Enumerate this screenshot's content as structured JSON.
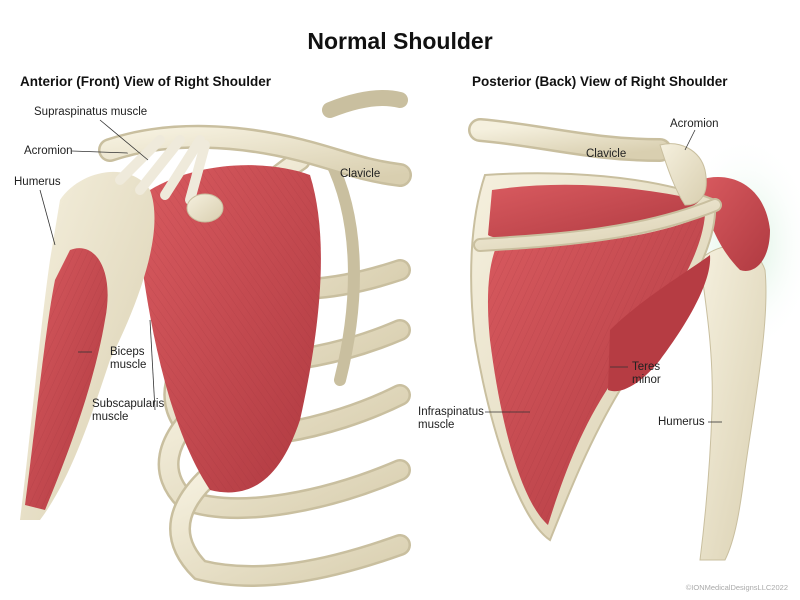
{
  "title": "Normal Shoulder",
  "anterior": {
    "heading": "Anterior (Front) View of Right Shoulder",
    "labels": {
      "supraspinatus": "Supraspinatus muscle",
      "acromion": "Acromion",
      "humerus": "Humerus",
      "clavicle": "Clavicle",
      "biceps": [
        "Biceps",
        "muscle"
      ],
      "subscapularis": [
        "Subscapularis",
        "muscle"
      ]
    }
  },
  "posterior": {
    "heading": "Posterior (Back) View of Right Shoulder",
    "labels": {
      "acromion": "Acromion",
      "clavicle": "Clavicle",
      "teres_minor": [
        "Teres",
        "minor"
      ],
      "infraspinatus": [
        "Infraspinatus",
        "muscle"
      ],
      "humerus": "Humerus"
    }
  },
  "copyright": "©IONMedicalDesignsLLC2022",
  "colors": {
    "muscle": "#c8454b",
    "muscle_dark": "#9e2f36",
    "bone": "#ece6d1",
    "bone_shadow": "#c9bf9f",
    "glow": "#d6f2de"
  }
}
